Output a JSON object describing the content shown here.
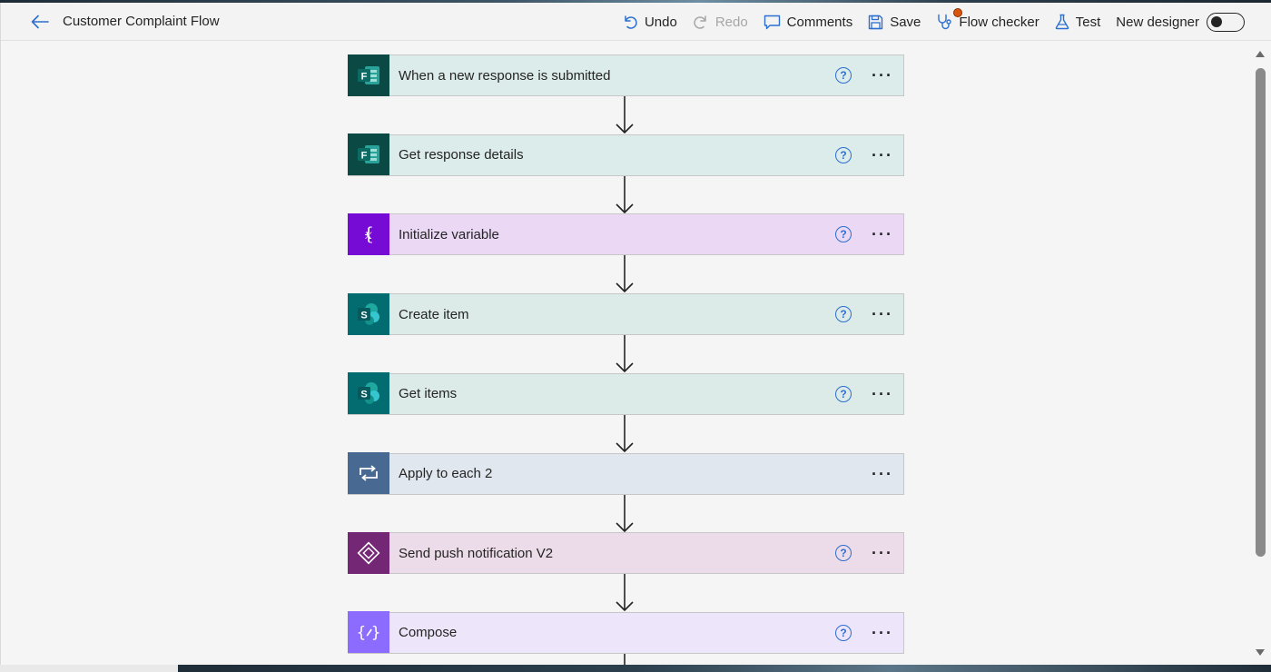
{
  "header": {
    "title": "Customer Complaint Flow",
    "back_icon": "arrow-left-icon"
  },
  "toolbar": {
    "undo": "Undo",
    "redo": "Redo",
    "comments": "Comments",
    "save": "Save",
    "flow_checker": "Flow checker",
    "test": "Test",
    "new_designer": "New designer",
    "new_designer_enabled": false
  },
  "steps": [
    {
      "title": "When a new response is submitted",
      "icon": "microsoft-forms-icon",
      "has_help": true
    },
    {
      "title": "Get response details",
      "icon": "microsoft-forms-icon",
      "has_help": true
    },
    {
      "title": "Initialize variable",
      "icon": "variable-icon",
      "has_help": true
    },
    {
      "title": "Create item",
      "icon": "sharepoint-icon",
      "has_help": true
    },
    {
      "title": "Get items",
      "icon": "sharepoint-icon",
      "has_help": true
    },
    {
      "title": "Apply to each 2",
      "icon": "loop-icon",
      "has_help": false
    },
    {
      "title": "Send push notification V2",
      "icon": "power-apps-icon",
      "has_help": true
    },
    {
      "title": "Compose",
      "icon": "compose-icon",
      "has_help": true
    }
  ],
  "colors": {
    "forms_bg": "#dcecea",
    "forms_icon": "#0b4a44",
    "variable_bg": "#ead8f5",
    "variable_icon": "#770bd6",
    "sharepoint_bg": "#dcebe8",
    "sharepoint_icon": "#036c70",
    "loop_bg": "#e1e7ee",
    "loop_icon": "#486991",
    "powerapps_bg": "#ecdce9",
    "powerapps_icon": "#742774",
    "compose_bg": "#ede5fa",
    "compose_icon": "#8c6cff",
    "checker_badge": "#d9550d"
  }
}
